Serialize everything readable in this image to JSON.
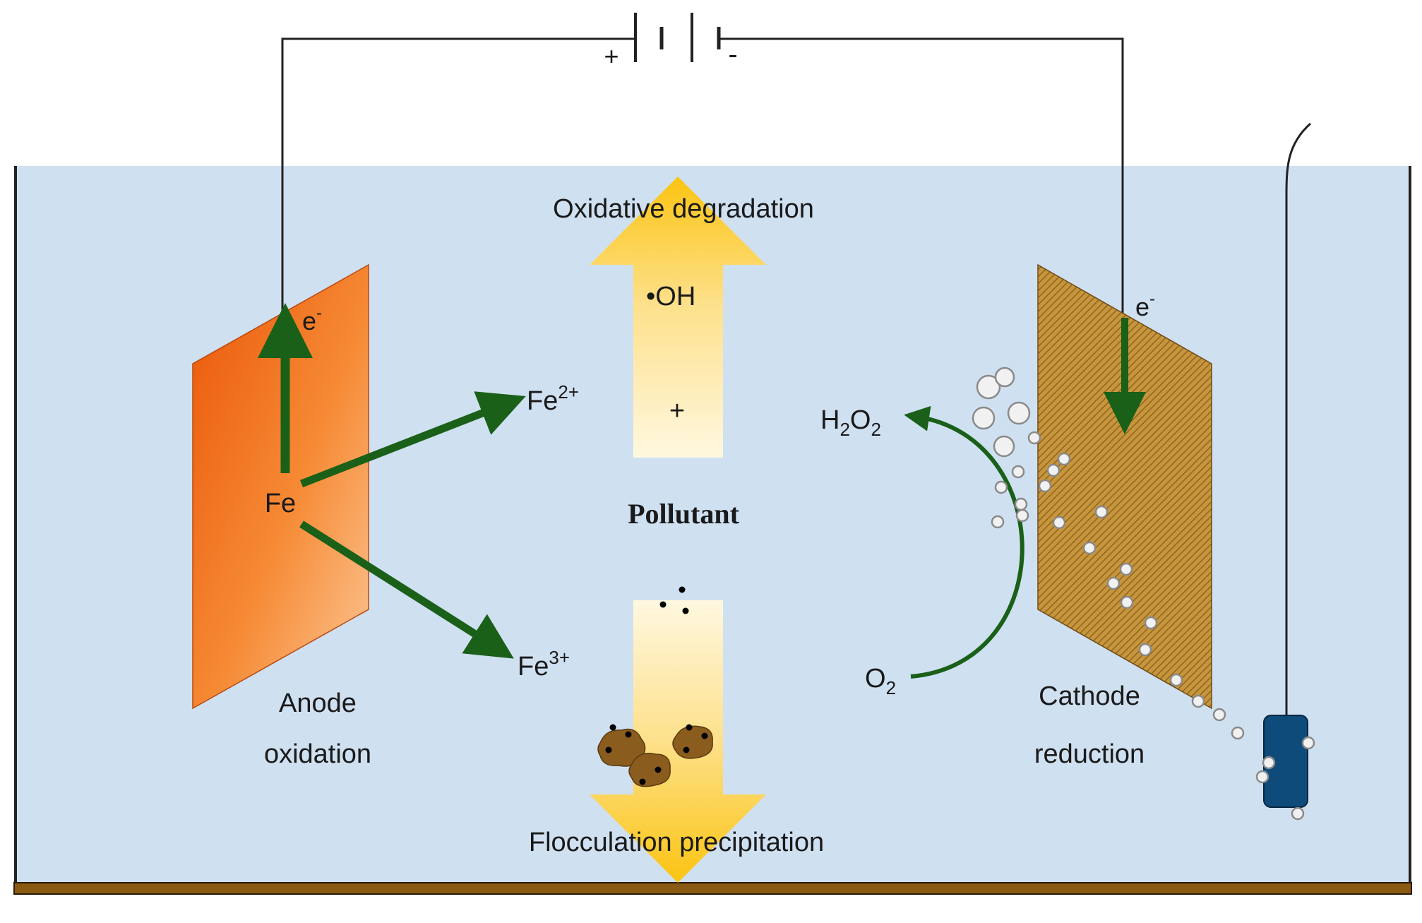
{
  "battery": {
    "positive": "+",
    "negative": "-"
  },
  "anode": {
    "element": "Fe",
    "electron": "e",
    "electron_sup": "-",
    "label_line1": "Anode",
    "label_line2": "oxidation",
    "colors": {
      "top": "#ee5a0c",
      "bottom": "#fbb980"
    }
  },
  "products": {
    "fe2_base": "Fe",
    "fe2_sup": "2+",
    "fe3_base": "Fe",
    "fe3_sup": "3+"
  },
  "oxidation": {
    "title": "Oxidative degradation",
    "radical": "•OH",
    "plus": "+"
  },
  "pollutant": {
    "label": "Pollutant"
  },
  "flocculation": {
    "title": "Flocculation precipitation"
  },
  "cathode": {
    "electron": "e",
    "electron_sup": "-",
    "label_line1": "Cathode",
    "label_line2": "reduction",
    "color": "#b98630"
  },
  "reaction": {
    "h2o2_a": "H",
    "h2o2_s1": "2",
    "h2o2_b": "O",
    "h2o2_s2": "2",
    "o2_a": "O",
    "o2_s": "2"
  },
  "colors": {
    "water": "#cfe0f1",
    "arrow_green": "#1a6018",
    "yellow": "#fbc412",
    "tank_floor": "#8a5a12",
    "probe": "#0e4b7a"
  }
}
